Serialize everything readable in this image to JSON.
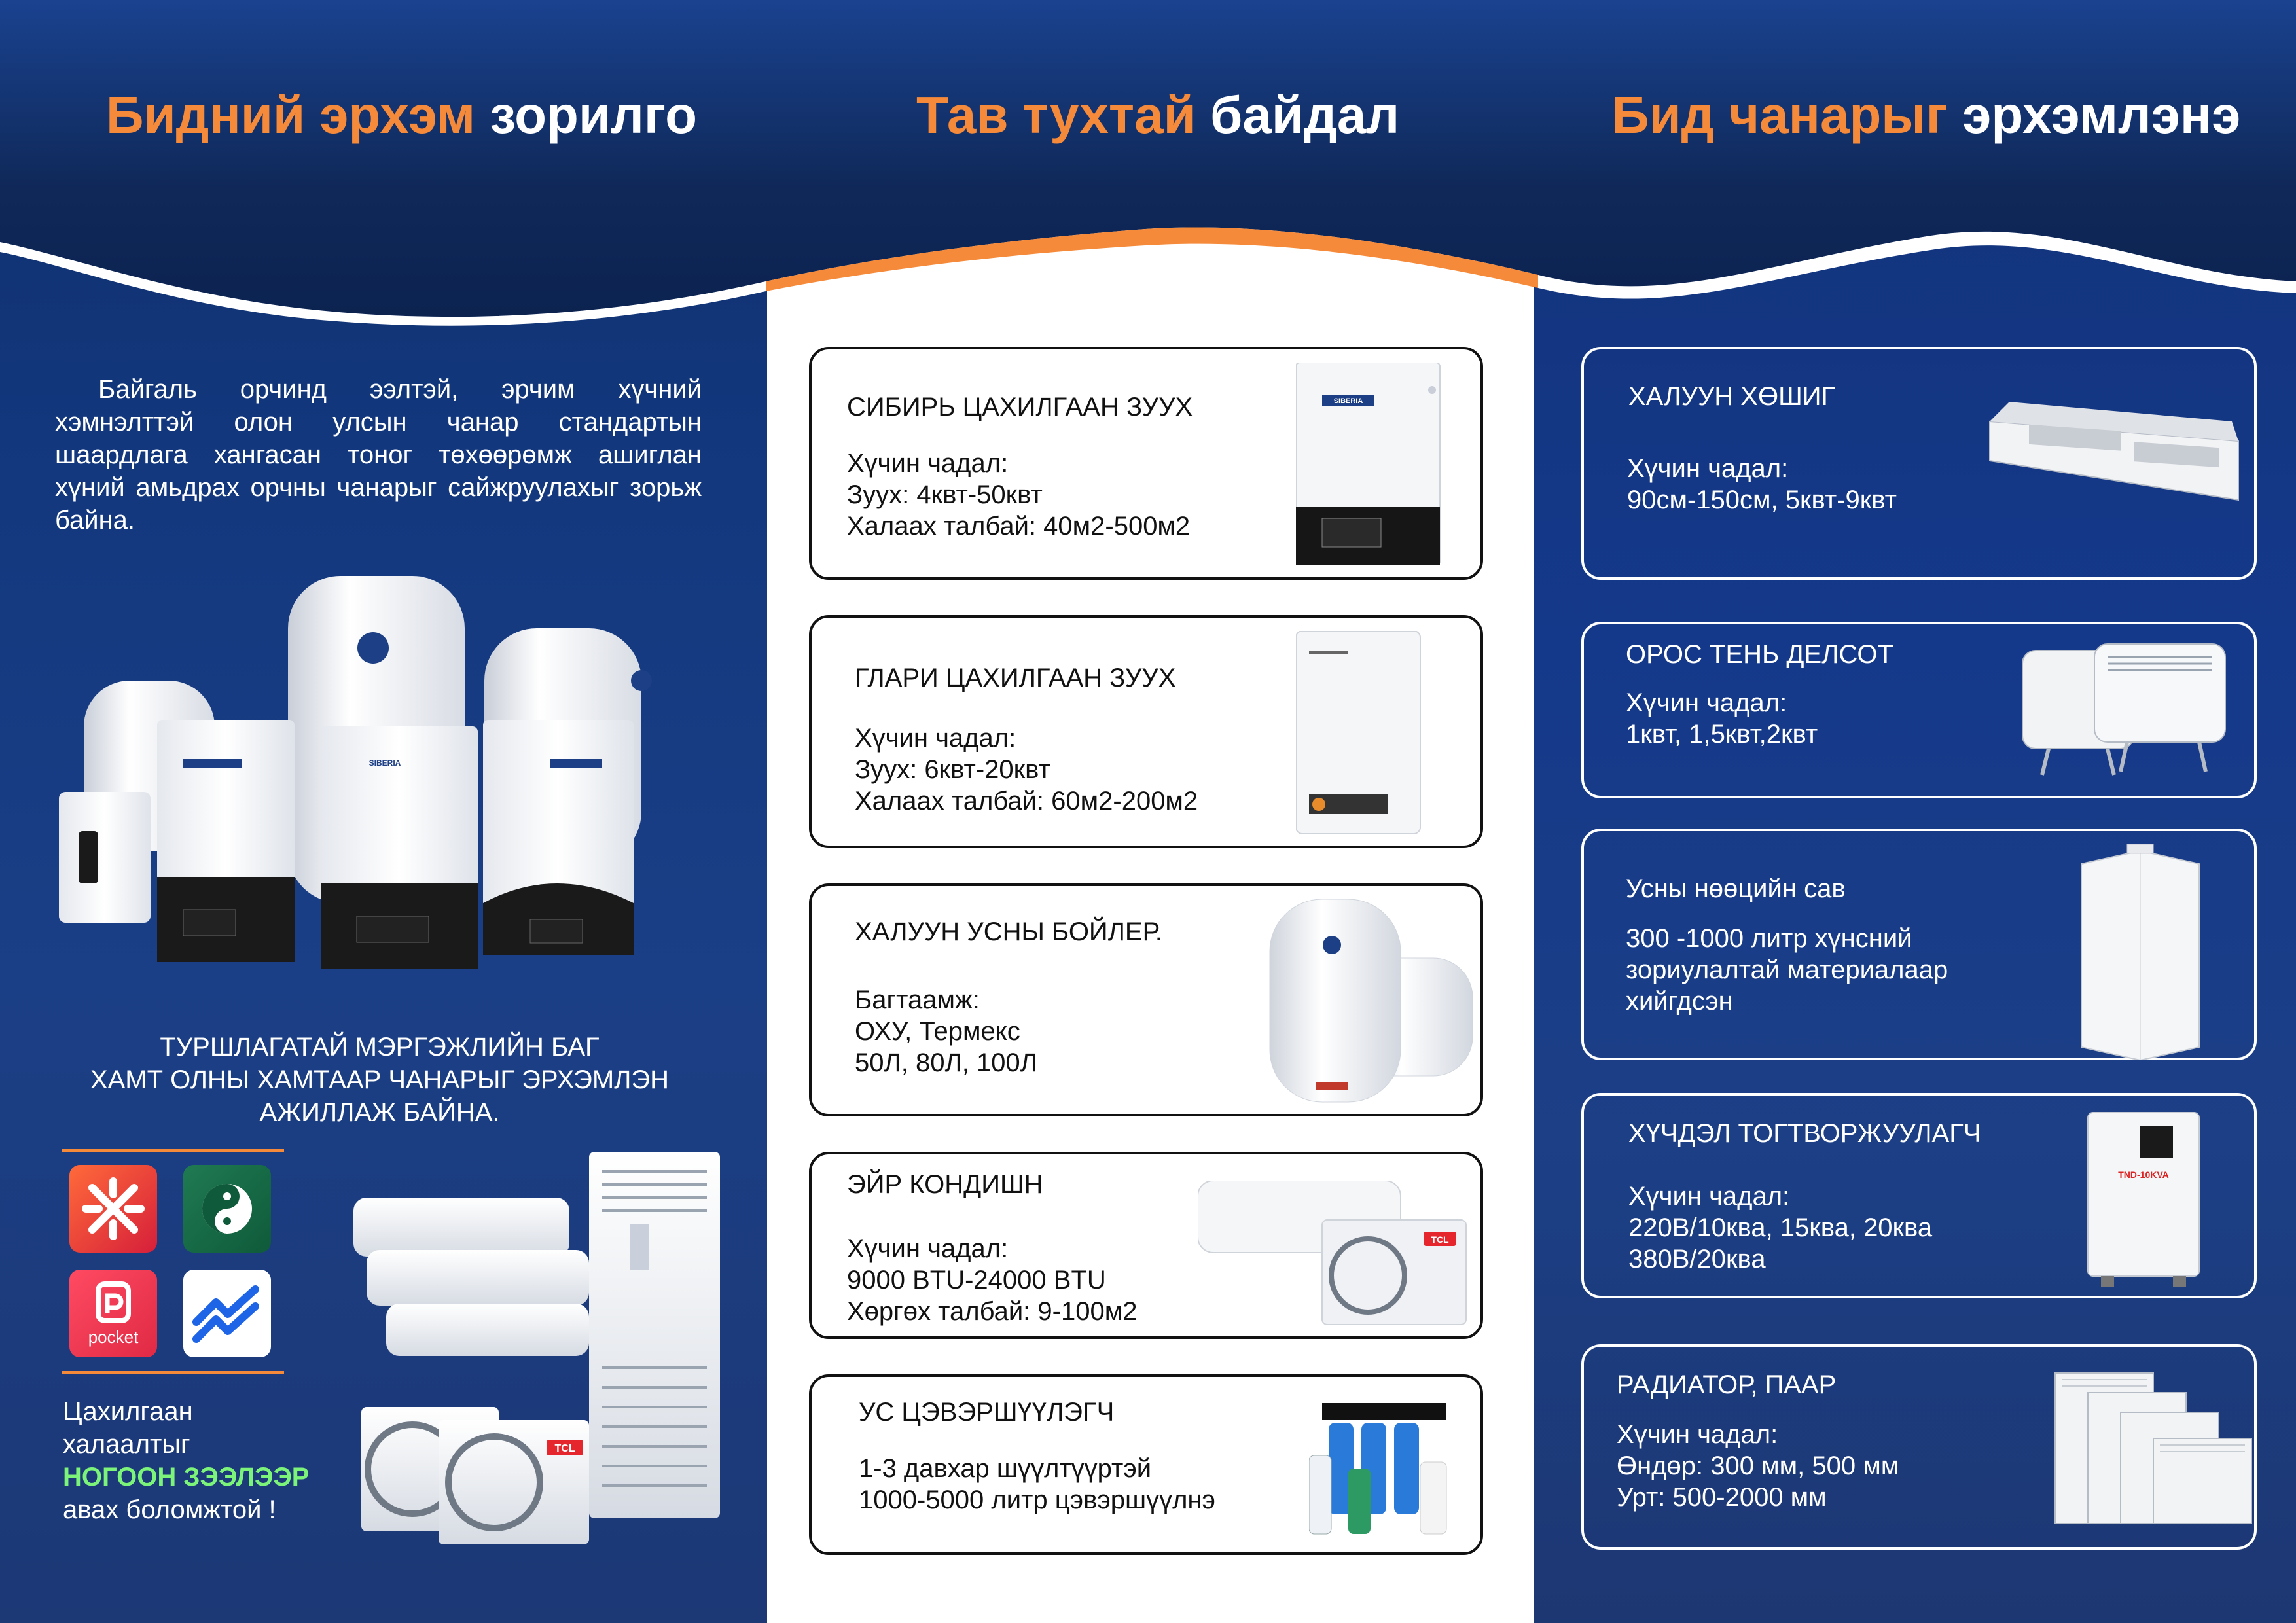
{
  "headings": {
    "left": {
      "accent": "Бидний эрхэм",
      "rest": "зорилго"
    },
    "center": {
      "accent": "Тав тухтай",
      "rest": "байдал"
    },
    "right": {
      "accent": "Бид чанарыг",
      "rest": "эрхэмлэнэ"
    }
  },
  "colors": {
    "accent": "#f58a3a",
    "navy": "#14397f",
    "green_highlight": "#7cf47a"
  },
  "left": {
    "intro": "Байгаль орчинд ээлтэй, эрчим хүчний хэмнэлттэй олон улсын чанар стандартын шаардлага хангасан тоног төхөөрөмж ашиглан хүний амьдрах орчны чанарыг сайжруулахыг зорьж байна.",
    "team_line1": "ТУРШЛАГАТАЙ МЭРГЭЖЛИЙН БАГ",
    "team_line2": "ХАМТ ОЛНЫ ХАМТААР ЧАНАРЫГ ЭРХЭМЛЭН",
    "team_line3": "АЖИЛЛАЖ БАЙНА.",
    "apps": [
      {
        "name": "xac-bank-app-icon"
      },
      {
        "name": "golomt-app-icon"
      },
      {
        "name": "pocket-app-icon",
        "label": "pocket"
      },
      {
        "name": "storepay-app-icon"
      }
    ],
    "green_line1": "Цахилгаан",
    "green_line2": "халаалтыг",
    "green_highlight": "НОГООН ЗЭЭЛЭЭР",
    "green_line4": "авах боломжтой !",
    "product_brand": "SIBERIA"
  },
  "center_cards": [
    {
      "title": "СИБИРЬ ЦАХИЛГААН ЗУУХ",
      "body": "Хүчин чадал:\nЗуух: 4квт-50квт\nХалаах талбай: 40м2-500м2"
    },
    {
      "title": "ГЛАРИ ЦАХИЛГААН ЗУУХ",
      "body": "Хүчин чадал:\nЗуух: 6квт-20квт\nХалаах талбай: 60м2-200м2"
    },
    {
      "title": "ХАЛУУН УСНЫ БОЙЛЕР.",
      "body": "Багтаамж:\nОХУ, Термекс\n50Л, 80Л, 100Л"
    },
    {
      "title": "ЭЙР КОНДИШН",
      "body": "Хүчин чадал:\n9000 BTU-24000 BTU\nХөргөх талбай: 9-100м2"
    },
    {
      "title": "УС ЦЭВЭРШҮҮЛЭГЧ",
      "body": "1-3 давхар шүүлтүүртэй\n1000-5000 литр цэвэршүүлнэ"
    }
  ],
  "right_cards": [
    {
      "title": "ХАЛУУН ХӨШИГ",
      "body": "Хүчин чадал:\n90см-150см, 5квт-9квт"
    },
    {
      "title": "ОРОС ТЕНЬ ДЕЛСОТ",
      "body": "Хүчин чадал:\n1квт, 1,5квт,2квт"
    },
    {
      "title": "Усны нөөцийн сав",
      "body": "300 -1000 литр хүнсний\nзориулалтай материалаар\nхийгдсэн"
    },
    {
      "title": "ХҮЧДЭЛ ТОГТВОРЖУУЛАГЧ",
      "body": "Хүчин чадал:\n220В/10ква, 15ква, 20ква\n380В/20ква"
    },
    {
      "title": "РАДИАТОР, ПААР",
      "body": "Хүчин чадал:\nӨндөр: 300 мм, 500 мм\nУрт: 500-2000 мм"
    }
  ],
  "brands": {
    "siberia": "SIBERIA",
    "tcl": "TCL",
    "stabilizer": "TND-10KVA"
  }
}
